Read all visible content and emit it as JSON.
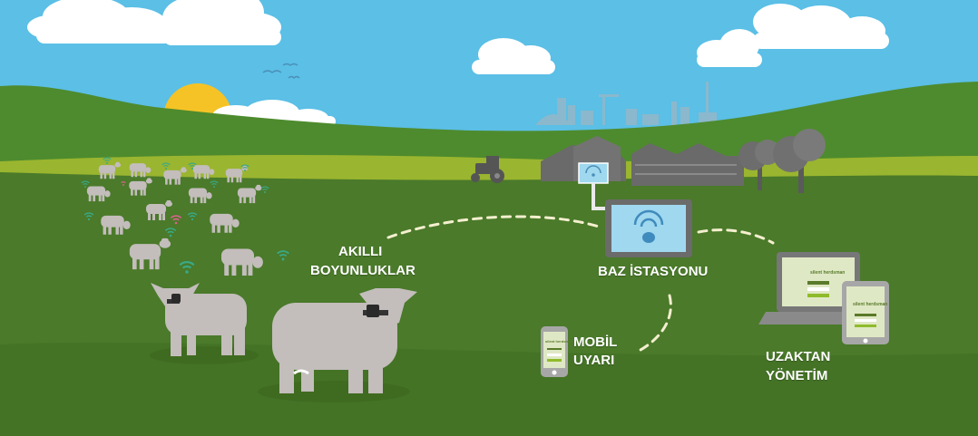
{
  "labels": {
    "smart_collars": [
      "AKILLI",
      "BOYUNLUKLAR"
    ],
    "base_station": "BAZ İSTASYONU",
    "mobile_alert": [
      "MOBİL",
      "UYARI"
    ],
    "remote_management": [
      "UZAKTAN",
      "YÖNETİM"
    ]
  },
  "device_brand": "silent herdsman",
  "colors": {
    "sky": "#5bbfe6",
    "hill_far": "#4e8b2e",
    "field_light": "#9ab52f",
    "grass": "#4a7a2a",
    "cow": "#c3bdbb",
    "collar_signal": "#3aa987",
    "alert_signal": "#e0608f",
    "building": "#6a6a6a",
    "screen": "#9fd8ef",
    "dashed_link": "#f4efcf",
    "label_text": "#ffffff"
  }
}
